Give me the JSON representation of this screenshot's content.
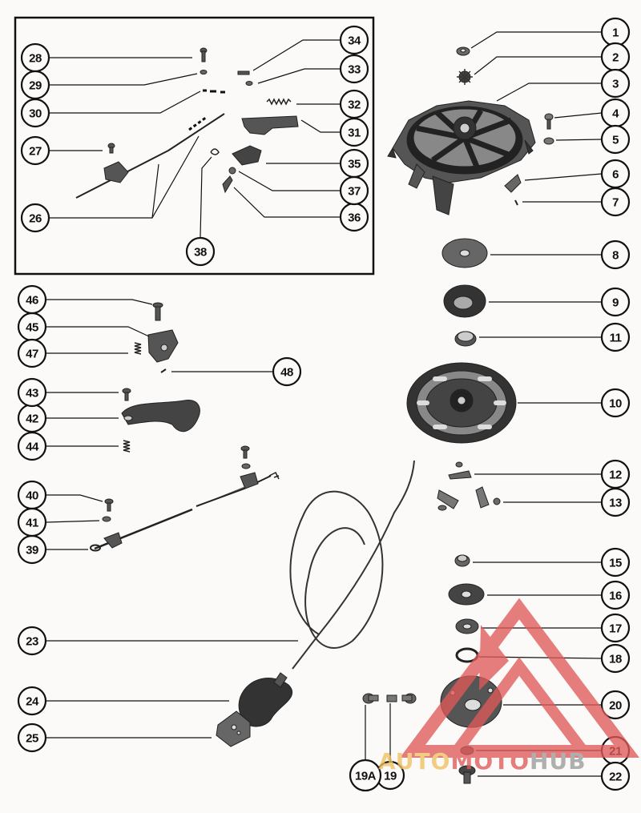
{
  "diagram": {
    "type": "exploded-parts-diagram",
    "callouts": [
      "1",
      "2",
      "3",
      "4",
      "5",
      "6",
      "7",
      "8",
      "9",
      "10",
      "11",
      "12",
      "13",
      "15",
      "16",
      "17",
      "18",
      "19",
      "19A",
      "20",
      "21",
      "22",
      "23",
      "24",
      "25",
      "26",
      "27",
      "28",
      "29",
      "30",
      "31",
      "32",
      "33",
      "34",
      "35",
      "36",
      "37",
      "38",
      "39",
      "40",
      "41",
      "42",
      "43",
      "44",
      "45",
      "46",
      "47",
      "48"
    ]
  },
  "watermark": {
    "text_auto": "AUTO",
    "text_moto": "MOTO",
    "text_hub": "HUB",
    "color_red": "#e05a5a",
    "color_gold": "#f0c060",
    "color_grey": "#9a9a9a"
  }
}
